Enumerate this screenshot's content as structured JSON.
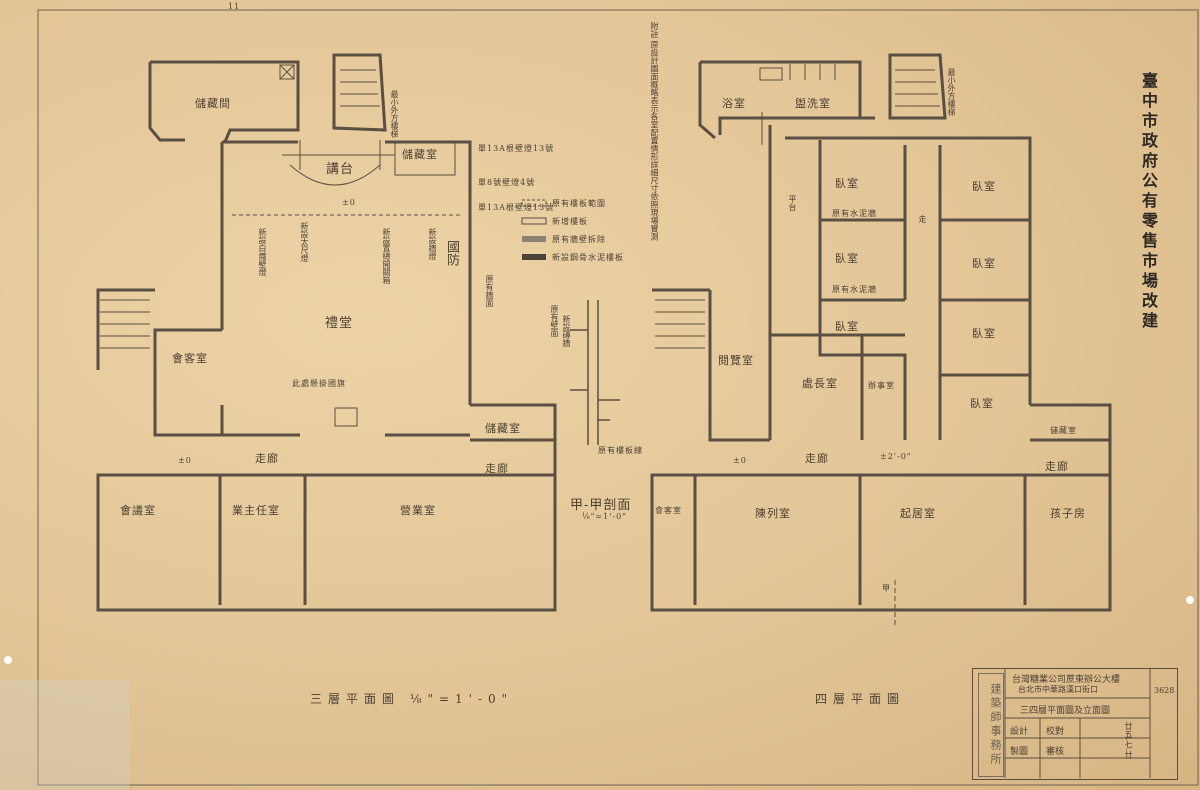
{
  "sheet": {
    "side_title": "臺中市政府公有零售市場改建",
    "corner_mark": "11"
  },
  "plan3": {
    "title": "三層平面圖  ⅛\"=1'-0\"",
    "rooms": {
      "store": "儲藏間",
      "stage": "講台",
      "storage_top": "儲藏室",
      "hall": "禮堂",
      "reception": "會客室",
      "storage_br": "儲藏室",
      "corridor": "走廊",
      "corridor2": "走廊",
      "meeting": "會議室",
      "manager": "業主任室",
      "office": "營業室"
    },
    "notes": {
      "n1": "最小外方樓梯",
      "n2": "單13A根壁燈13號",
      "n3": "單8號壁燈4號",
      "n4": "單13A根壁燈13號",
      "n5": "新設白熾壁燈",
      "n6": "新設太尺燈",
      "n7": "新設牆燈",
      "n8": "國防",
      "n9": "新設置總開關箱",
      "n10": "此處懸掛國旗",
      "n11": "原有牆面",
      "level": "±0",
      "level2": "±0"
    },
    "legend": [
      "原有樓板範圍",
      "新增樓板",
      "原有牆壁拆除",
      "新設鋼骨水泥樓板"
    ]
  },
  "section": {
    "title": "甲-甲剖面",
    "scale": "⅛\"=1'-0\"",
    "notes": [
      "原有壁面",
      "新設磚牆",
      "原有樓板線"
    ]
  },
  "plan4": {
    "title": "四層平面圖",
    "notes_column": "附註 原設計圖面概略表示各室配置情形詳細尺寸依照現場實測",
    "rooms": {
      "bath": "浴室",
      "wash": "盥洗室",
      "bed1": "臥室",
      "bed2": "臥室",
      "bed3": "臥室",
      "bed4": "臥室",
      "bed5": "臥室",
      "bed6": "臥室",
      "bed7": "臥室",
      "platform": "平台",
      "reading": "閱覽室",
      "director": "處長室",
      "office_sm": "辦事室",
      "storage": "儲藏室",
      "corridor": "走廊",
      "corridor2": "走廊",
      "reception": "會客室",
      "exhibit": "陳列室",
      "living": "起居室",
      "children": "孩子房",
      "side_corr": "走"
    },
    "notes": {
      "n1": "最小外方樓梯",
      "n2": "原有水泥牆",
      "n3": "原有水泥牆",
      "level": "±0",
      "level2": "±2'-0\"",
      "mark": "甲"
    }
  },
  "title_block": {
    "company": "台灣糖業公司蔗東辦公大樓",
    "address": "台北市中華路漢口街口",
    "drawing": "三四層平面圖及立面圖",
    "stamp": "建築師事務所",
    "number": "3628",
    "designer": "設計",
    "drafter": "製圖",
    "checker": "校對",
    "approver": "審核",
    "date": "廿五.七.廿"
  },
  "colors": {
    "paper": "#e3c596",
    "ink": "#4b4136",
    "wall": "#5a4f43"
  }
}
